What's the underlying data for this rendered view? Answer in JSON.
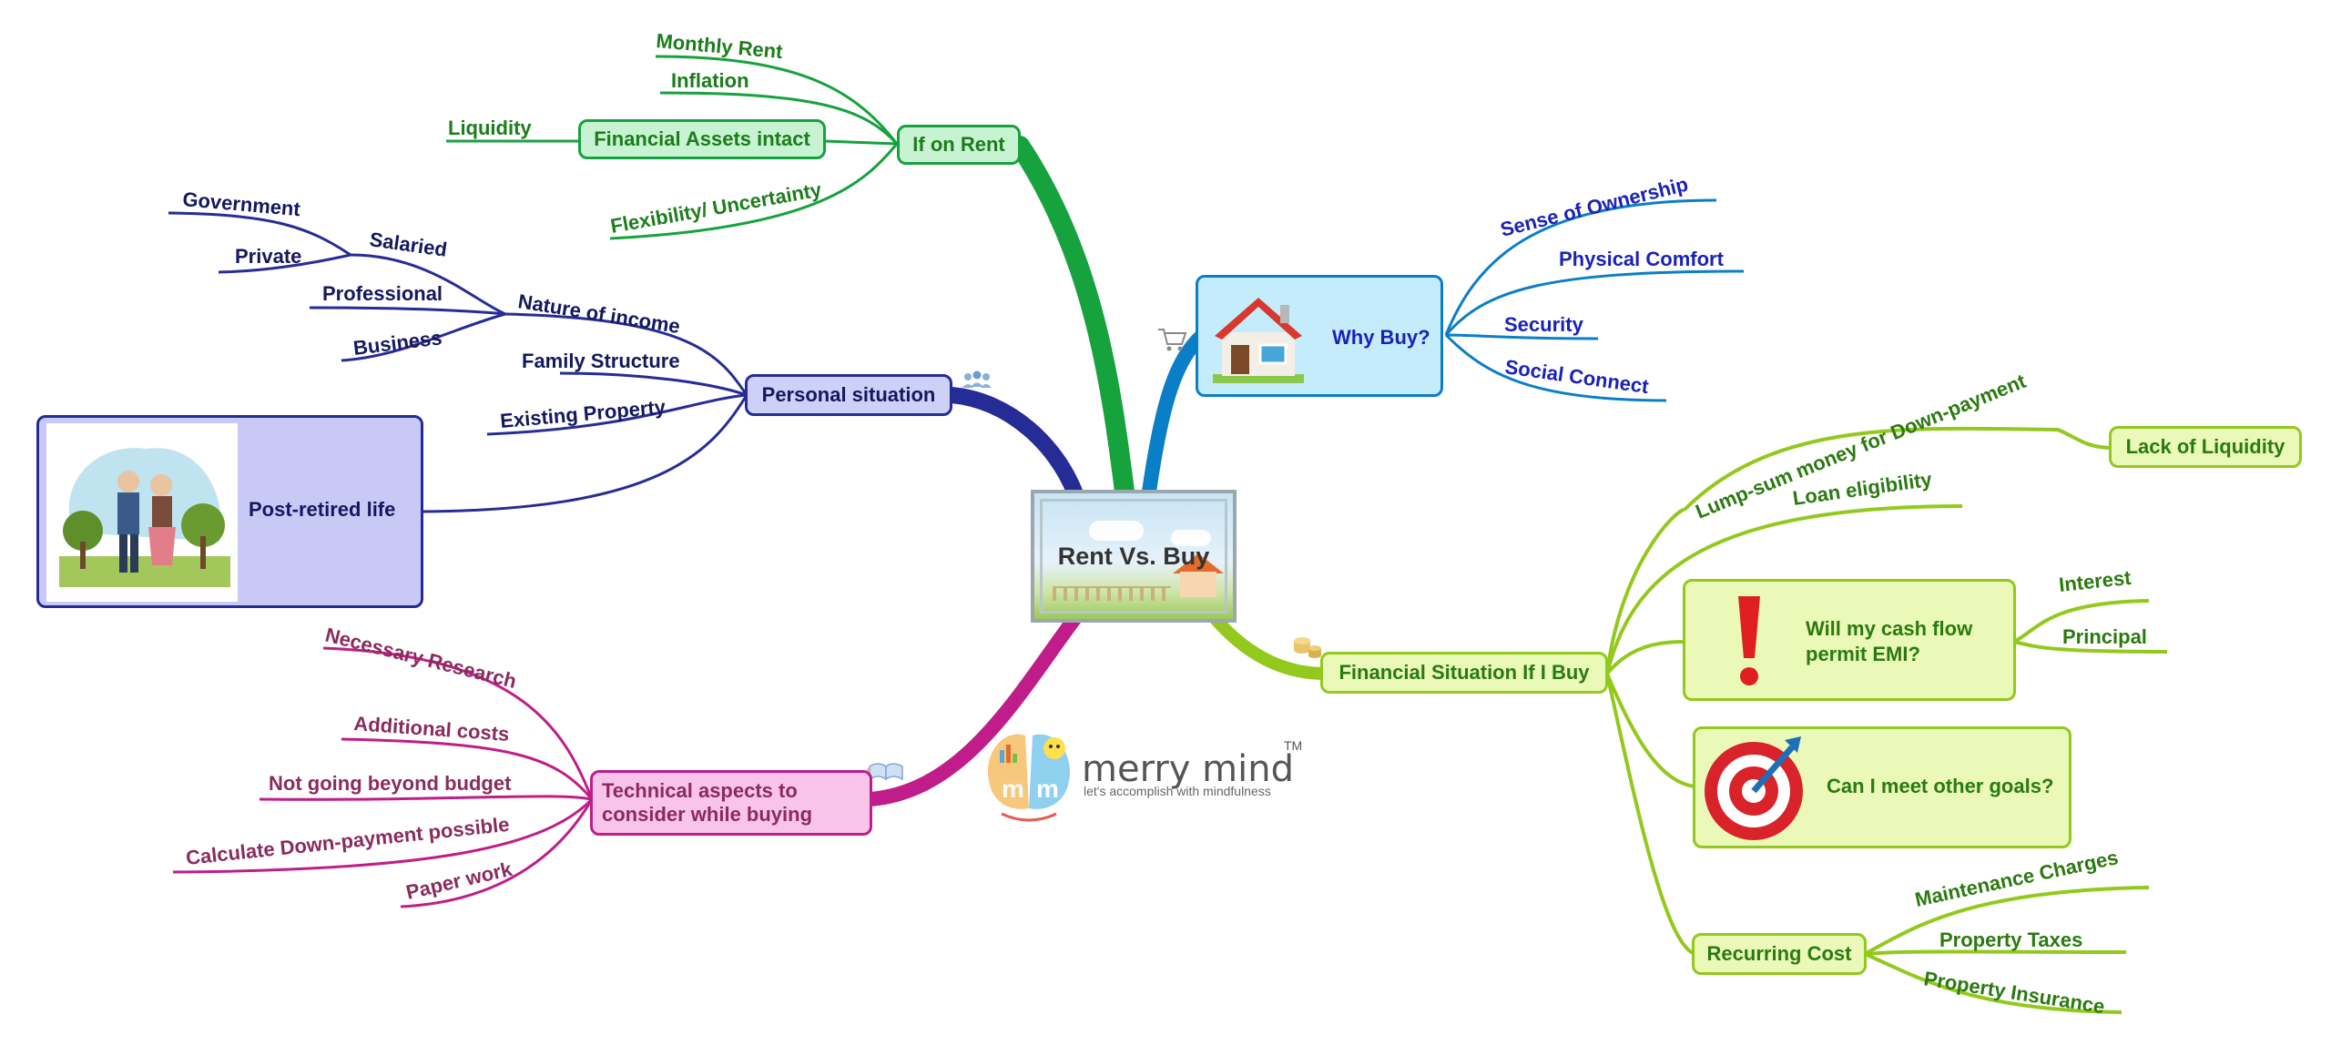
{
  "center": {
    "label": "Rent Vs. Buy"
  },
  "colors": {
    "rent": "#16a23d",
    "rent_text": "#1b7d1b",
    "buy": "#0a7fc7",
    "buy_text": "#1a22b8",
    "finance": "#93c91d",
    "finance_text": "#2b7a10",
    "personal": "#262c96",
    "personal_text": "#14185e",
    "tech": "#c01d8a",
    "tech_text": "#8a2b5e"
  },
  "rent": {
    "label": "If on Rent",
    "children": [
      "Monthly Rent",
      "Inflation",
      "Flexibility/ Uncertainty"
    ],
    "assets": {
      "label": "Financial Assets intact",
      "child": "Liquidity"
    }
  },
  "buy": {
    "label": "Why Buy?",
    "children": [
      "Sense of Ownership",
      "Physical Comfort",
      "Security",
      "Social Connect"
    ]
  },
  "finance": {
    "label": "Financial Situation If I Buy",
    "lumpsum": {
      "label": "Lump-sum money for Down-payment",
      "child": "Lack of Liquidity"
    },
    "loan": "Loan eligibility",
    "emi": {
      "label_line1": "Will my cash flow",
      "label_line2": "permit EMI?",
      "children": [
        "Interest",
        "Principal"
      ]
    },
    "goals": "Can I meet other goals?",
    "recurring": {
      "label": "Recurring Cost",
      "children": [
        "Maintenance Charges",
        "Property Taxes",
        "Property Insurance"
      ]
    }
  },
  "personal": {
    "label": "Personal situation",
    "income": {
      "label": "Nature of income",
      "salaried": {
        "label": "Salaried",
        "children": [
          "Government",
          "Private"
        ]
      },
      "others": [
        "Professional",
        "Business"
      ]
    },
    "family": "Family Structure",
    "property": "Existing Property",
    "retired": "Post-retired life"
  },
  "tech": {
    "label_line1": "Technical aspects to",
    "label_line2": "consider while buying",
    "children": [
      "Necessary Research",
      "Additional costs",
      "Not going beyond budget",
      "Calculate Down-payment possible",
      "Paper work"
    ]
  },
  "logo": {
    "mark": "m",
    "name": "merry mind",
    "tm": "TM",
    "tagline": "let's accomplish with mindfulness"
  },
  "icons": [
    "cart-icon",
    "people-icon",
    "coins-icon",
    "book-icon",
    "house-icon",
    "exclamation-icon",
    "target-icon",
    "elderly-couple-illustration"
  ]
}
